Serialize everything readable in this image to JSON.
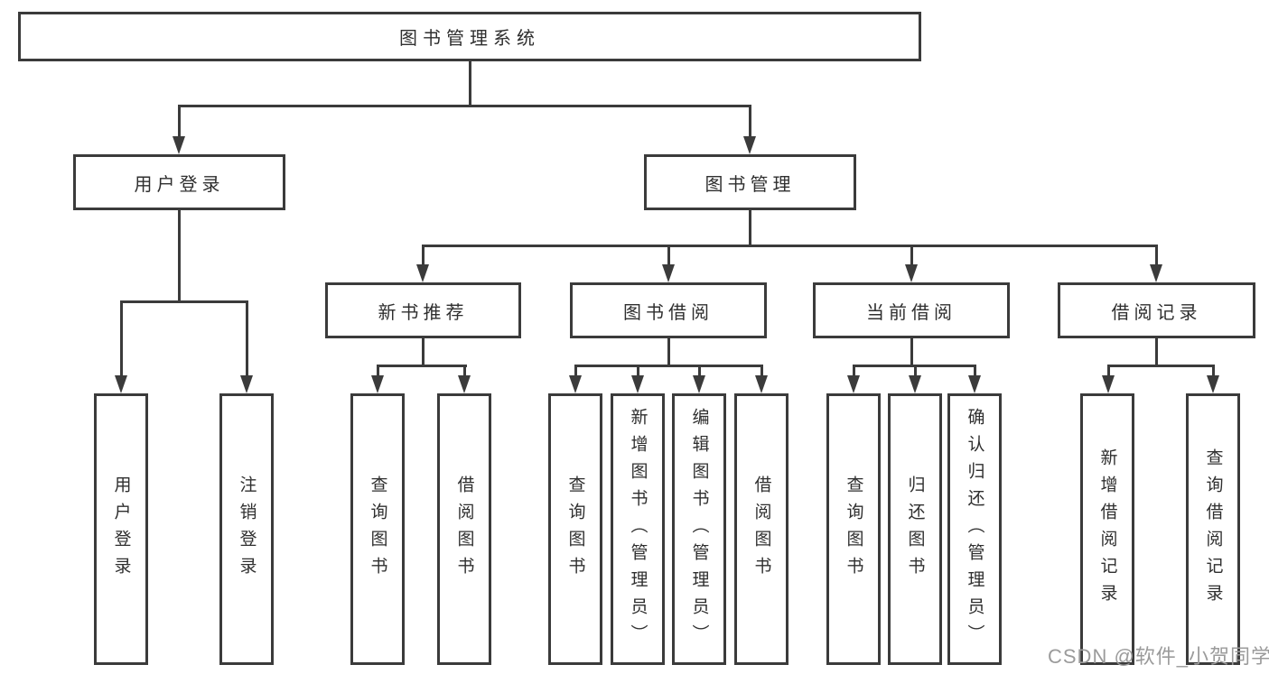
{
  "tree": {
    "label": "图书管理系统",
    "children": [
      {
        "label": "用户登录",
        "children": [
          {
            "label": "用户登录"
          },
          {
            "label": "注销登录"
          }
        ]
      },
      {
        "label": "图书管理",
        "children": [
          {
            "label": "新书推荐",
            "children": [
              {
                "label": "查询图书"
              },
              {
                "label": "借阅图书"
              }
            ]
          },
          {
            "label": "图书借阅",
            "children": [
              {
                "label": "查询图书"
              },
              {
                "label": "新增图书（管理员）"
              },
              {
                "label": "编辑图书（管理员）"
              },
              {
                "label": "借阅图书"
              }
            ]
          },
          {
            "label": "当前借阅",
            "children": [
              {
                "label": "查询图书"
              },
              {
                "label": "归还图书"
              },
              {
                "label": "确认归还（管理员）"
              }
            ]
          },
          {
            "label": "借阅记录",
            "children": [
              {
                "label": "新增借阅记录"
              },
              {
                "label": "查询借阅记录"
              }
            ]
          }
        ]
      }
    ]
  },
  "watermark": "CSDN @软件_小贺同学",
  "colors": {
    "line": "#3b3b3b",
    "text": "#2f2f2f",
    "watermark": "#9b9b9b",
    "background": "#ffffff"
  }
}
